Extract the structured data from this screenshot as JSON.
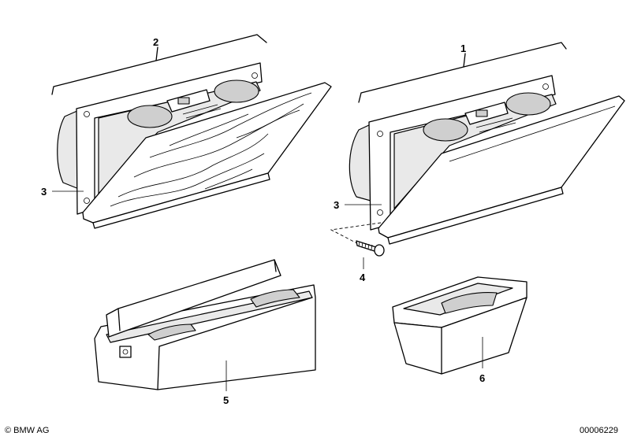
{
  "diagram": {
    "callouts": [
      {
        "id": "c2",
        "label": "2"
      },
      {
        "id": "c1",
        "label": "1"
      },
      {
        "id": "c3a",
        "label": "3"
      },
      {
        "id": "c3b",
        "label": "3"
      },
      {
        "id": "c4",
        "label": "4"
      },
      {
        "id": "c5",
        "label": "5"
      },
      {
        "id": "c6",
        "label": "6"
      }
    ],
    "copyright": "© BMW AG",
    "drawing_number": "00006229"
  }
}
